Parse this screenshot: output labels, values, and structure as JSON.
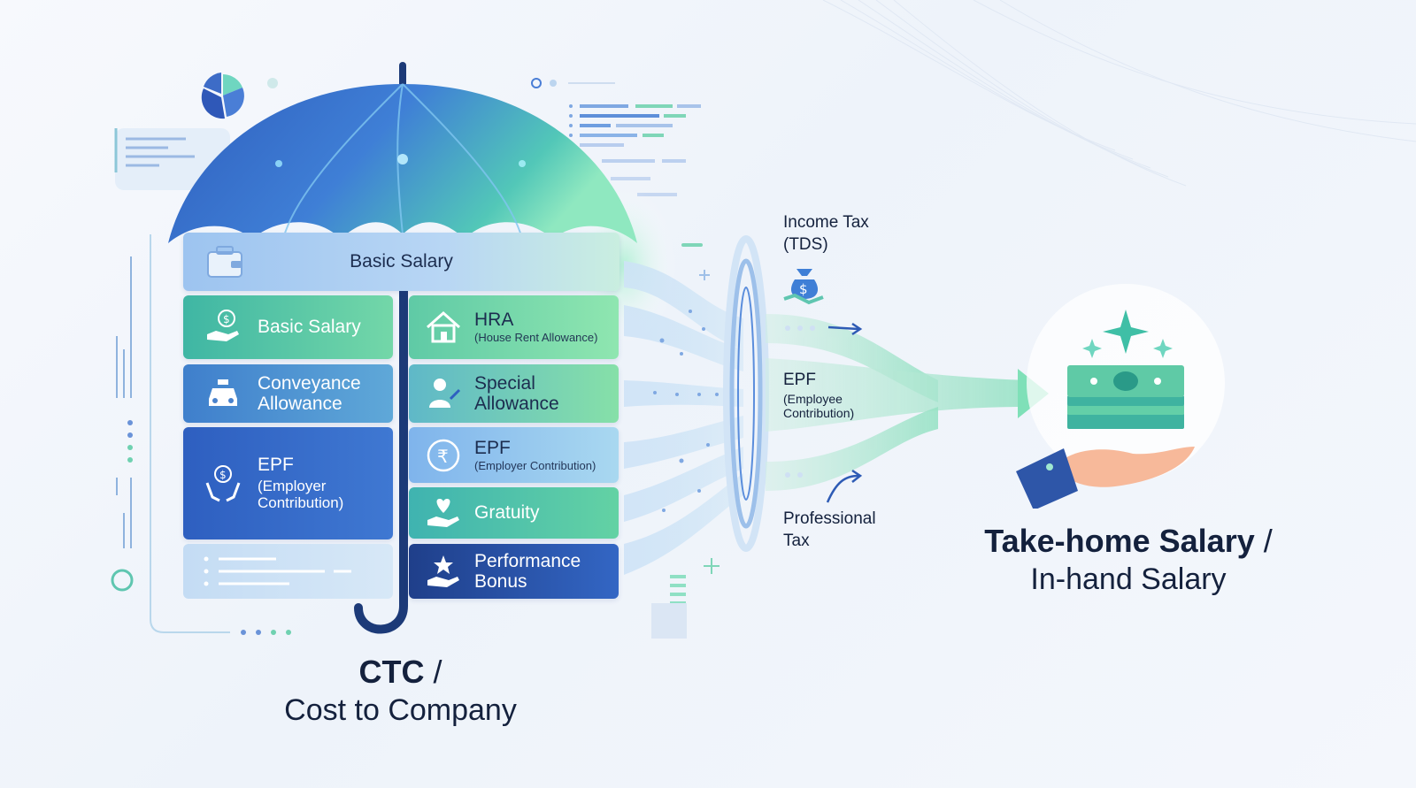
{
  "umbrella": {
    "top_block": {
      "label": "Basic Salary",
      "icon": "wallet-icon"
    },
    "left_column": [
      {
        "label": "Basic Salary",
        "icon": "hand-coin-icon"
      },
      {
        "label": "Conveyance\nAllowance",
        "icon": "car-icon"
      },
      {
        "label": "EPF",
        "sub": "(Employer\nContribution)",
        "icon": "hands-coin-icon"
      }
    ],
    "right_column": [
      {
        "label": "HRA",
        "sub": "(House Rent Allowance)",
        "icon": "house-icon"
      },
      {
        "label": "Special\nAllowance",
        "icon": "person-edit-icon"
      },
      {
        "label": "EPF",
        "sub": "(Employer Contribution)",
        "icon": "rupee-icon"
      },
      {
        "label": "Gratuity",
        "icon": "hand-heart-icon"
      },
      {
        "label": "Performance\nBonus",
        "icon": "hand-star-icon"
      }
    ],
    "caption": {
      "bold": "CTC",
      "slash": " /",
      "line2": "Cost to Company"
    }
  },
  "deductions": [
    {
      "label": "Income Tax\n(TDS)",
      "icon": "money-bag-icon"
    },
    {
      "label": "EPF",
      "sub": "(Employee\nContribution)"
    },
    {
      "label": "Professional\nTax"
    }
  ],
  "result": {
    "bold": "Take-home Salary",
    "slash": " /",
    "line2": "In-hand Salary",
    "icon": "cash-stack-icon"
  },
  "colors": {
    "navy": "#1c2f5a",
    "blue": "#3a66c4",
    "teal": "#3cbfa0",
    "green": "#7fe0a8",
    "light_blue": "#a9c9f2"
  }
}
